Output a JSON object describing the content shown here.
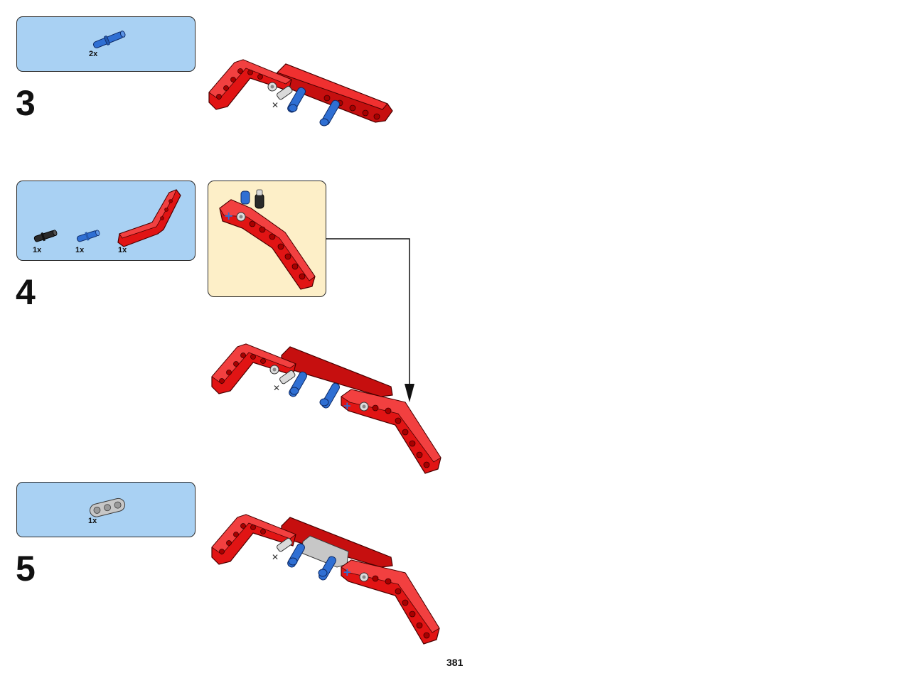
{
  "page": {
    "number": "381"
  },
  "steps": [
    {
      "number": "3",
      "parts": [
        {
          "quantity": "2x",
          "icon": "blue-axle-pin-icon"
        }
      ]
    },
    {
      "number": "4",
      "parts": [
        {
          "quantity": "1x",
          "icon": "black-axle-pin-icon"
        },
        {
          "quantity": "1x",
          "icon": "blue-axle-pin-icon"
        },
        {
          "quantity": "1x",
          "icon": "red-bent-beam-icon"
        }
      ]
    },
    {
      "number": "5",
      "parts": [
        {
          "quantity": "1x",
          "icon": "gray-beam-3-icon"
        }
      ]
    }
  ],
  "colors": {
    "parts_box": "#a9d1f3",
    "callout": "#fdefc8",
    "red_beam": "#e11414",
    "blue_pin": "#2f6fd3",
    "gray_beam": "#c7c7c7",
    "black_pin": "#2a2a2a"
  }
}
